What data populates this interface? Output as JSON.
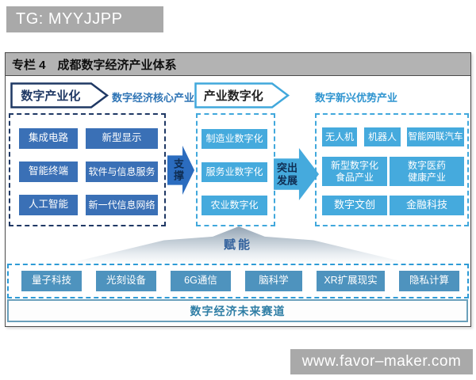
{
  "badges": {
    "top": "TG: MYYJJPP",
    "bottom": "www.favor–maker.com"
  },
  "panel": {
    "title": "专栏 4　成都数字经济产业体系"
  },
  "digital_industrialization": {
    "badge": "数字产业化",
    "label": "数字经济核心产业",
    "items": [
      "集成电路",
      "新型显示",
      "智能终端",
      "软件与信息服务",
      "人工智能",
      "新一代信息网络"
    ]
  },
  "industry_digitalization": {
    "badge": "产业数字化",
    "label": "数字新兴优势产业",
    "sectors": [
      "制造业数字化",
      "服务业数字化",
      "农业数字化"
    ],
    "row1": [
      "无人机",
      "机器人",
      "智能网联汽车"
    ],
    "row2": [
      {
        "line1": "新型数字化",
        "line2": "食品产业"
      },
      {
        "line1": "数字医药",
        "line2": "健康产业"
      }
    ],
    "row3": [
      "数字文创",
      "金融科技"
    ]
  },
  "arrows": {
    "support": "支撑",
    "develop": "突出发展",
    "empower": "赋能"
  },
  "future": {
    "items": [
      "量子科技",
      "光刻设备",
      "6G通信",
      "脑科学",
      "XR扩展现实",
      "隐私计算"
    ],
    "banner": "数字经济未来赛道"
  },
  "colors": {
    "navy": "#1f3864",
    "core_blue": "#3a70b6",
    "sky_blue": "#45aadd",
    "steel_blue": "#4e93be",
    "label_blue": "#2e74b5",
    "titlebar_gray": "#b3b3b3",
    "watermark_gray": "#a9a9a9"
  }
}
